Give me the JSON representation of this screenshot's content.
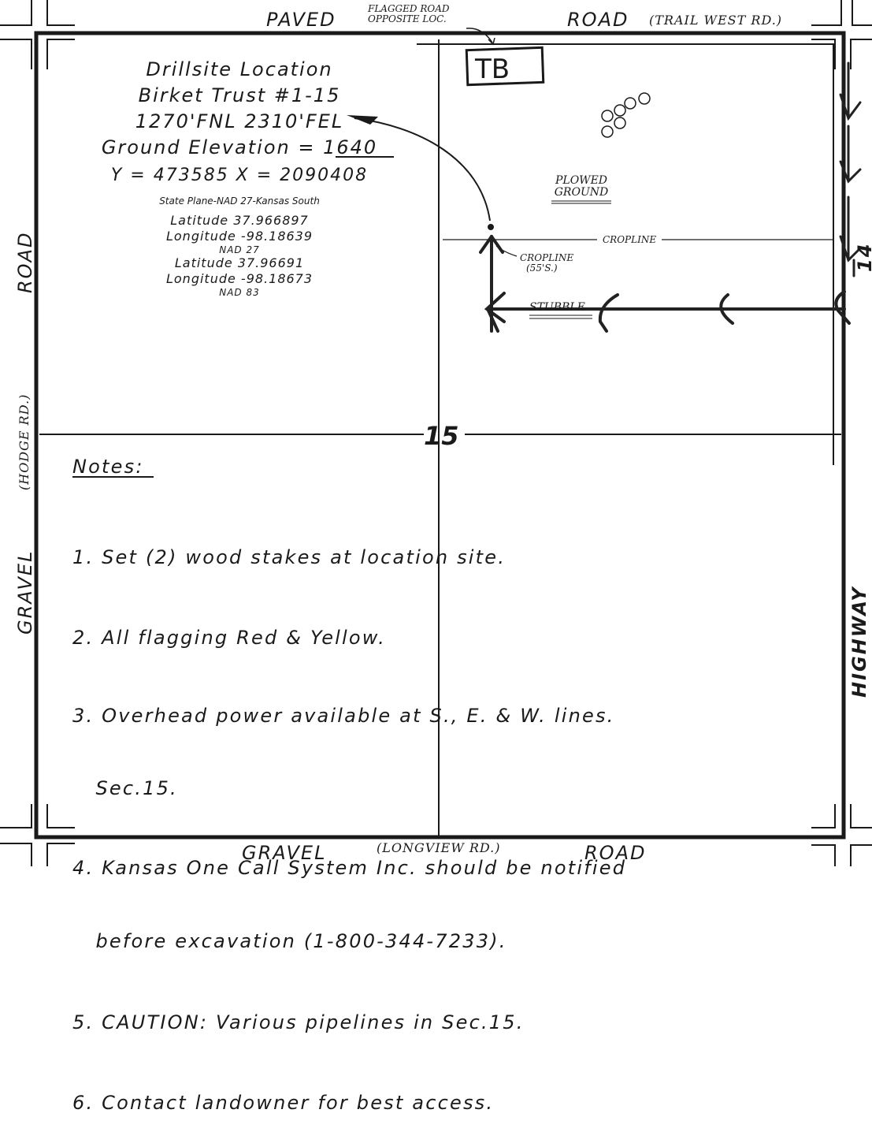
{
  "roads": {
    "top_paved": "PAVED",
    "top_road": "ROAD",
    "top_name": "(TRAIL WEST RD.)",
    "flag_note_1": "FLAGGED ROAD",
    "flag_note_2": "OPPOSITE LOC.",
    "bottom_gravel": "GRAVEL",
    "bottom_name": "(LONGVIEW RD.)",
    "bottom_road": "ROAD",
    "left_road": "ROAD",
    "left_name": "(HODGE RD.)",
    "left_gravel": "GRAVEL",
    "right_highway": "HIGHWAY",
    "right_number": "14"
  },
  "drillsite": {
    "title": "Drillsite Location",
    "lease": "Birket Trust #1-15",
    "footage": "1270'FNL  2310'FEL",
    "elevation_label": "Ground Elevation = ",
    "elevation_value": "1640",
    "coords": "Y = 473585   X = 2090408",
    "datum": "State Plane-NAD 27-Kansas South",
    "lat27": "Latitude 37.966897",
    "lon27": "Longitude -98.18639",
    "nad27": "NAD 27",
    "lat83": "Latitude 37.96691",
    "lon83": "Longitude -98.18673",
    "nad83": "NAD 83"
  },
  "section": {
    "number": "15",
    "tb_mark": "TB"
  },
  "field_labels": {
    "plowed_1": "PLOWED",
    "plowed_2": "GROUND",
    "cropline": "CROPLINE",
    "cropline_note_1": "CROPLINE",
    "cropline_note_2": "(55'S.)",
    "stubble": "STUBBLE"
  },
  "notes": {
    "heading": "Notes:",
    "items": [
      "1. Set (2) wood stakes at location site.",
      "2. All flagging Red & Yellow.",
      "3. Overhead power available at S., E. & W. lines.",
      "   Sec.15.",
      "4. Kansas One Call System Inc. should be notified",
      "   before excavation (1-800-344-7233).",
      "5. CAUTION: Various pipelines in Sec.15.",
      "6. Contact landowner for best access."
    ]
  }
}
